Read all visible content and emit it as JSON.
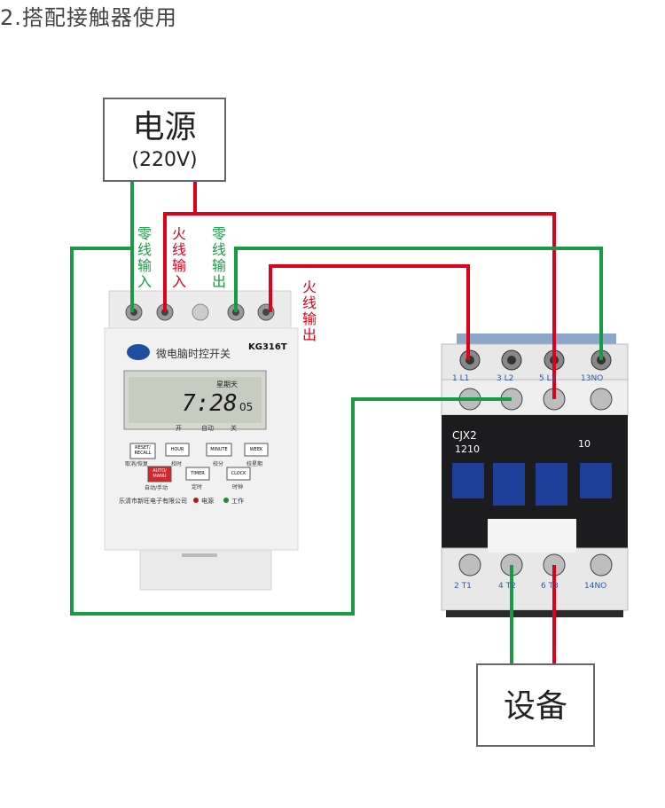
{
  "title": "2.搭配接触器使用",
  "power": {
    "name": "电源",
    "voltage": "(220V)"
  },
  "device": {
    "name": "设备"
  },
  "labels": {
    "neutral_in": "零线输入",
    "live_in": "火线输入",
    "neutral_out": "零线输出",
    "live_out": "火线输出"
  },
  "timer": {
    "model": "KG316T",
    "name": "微电脑时控开关",
    "weekday_label": "星期天",
    "time": "7:28",
    "seconds": "05",
    "lcd_status": [
      "开",
      "自动",
      "关"
    ],
    "buttons": [
      {
        "key": "RESET/ RECALL",
        "caption": "取消/恢复"
      },
      {
        "key": "HOUR",
        "caption": "校时"
      },
      {
        "key": "MINUTE",
        "caption": "校分"
      },
      {
        "key": "WEEK",
        "caption": "校星期"
      },
      {
        "key": "AUTO/ MANU",
        "caption": "自动/手动"
      },
      {
        "key": "TIMER",
        "caption": "定时"
      },
      {
        "key": "CLOCK",
        "caption": "时钟"
      }
    ],
    "maker": "乐清市新旺电子有限公司",
    "led_power": "电源",
    "led_work": "工作"
  },
  "contactor": {
    "model": "CJX2",
    "rating": "1210",
    "aux": "10",
    "top_terminals": [
      "1 L1",
      "3 L2",
      "5 L3",
      "13NO"
    ],
    "bottom_terminals": [
      "2 T1",
      "4 T2",
      "6 T3",
      "14NO"
    ]
  },
  "colors": {
    "neutral": "#1a9a47",
    "live": "#e0001b"
  }
}
